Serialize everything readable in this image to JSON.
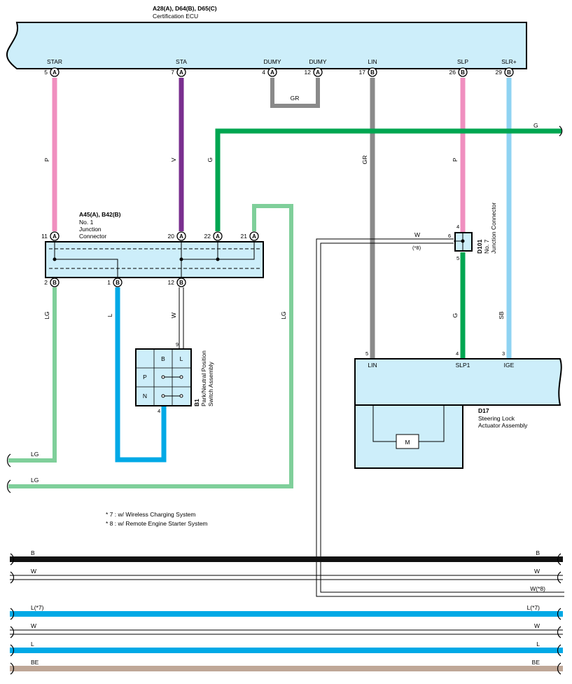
{
  "ecu": {
    "title": "A28(A), D64(B), D65(C)",
    "subtitle": "Certification ECU",
    "pins": [
      {
        "name": "STAR",
        "num": "5",
        "conn": "A"
      },
      {
        "name": "STA",
        "num": "7",
        "conn": "A"
      },
      {
        "name": "DUMY",
        "num": "4",
        "conn": "A"
      },
      {
        "name": "DUMY",
        "num": "12",
        "conn": "A"
      },
      {
        "name": "LIN",
        "num": "17",
        "conn": "B"
      },
      {
        "name": "SLP",
        "num": "26",
        "conn": "B"
      },
      {
        "name": "SLR+",
        "num": "29",
        "conn": "B"
      }
    ]
  },
  "junction1": {
    "title": "A45(A), B42(B)",
    "line2": "No.  1",
    "line3": "Junction",
    "line4": "Connector",
    "top_pins": [
      {
        "num": "11",
        "conn": "A"
      },
      {
        "num": "20",
        "conn": "A"
      },
      {
        "num": "22",
        "conn": "A"
      },
      {
        "num": "21",
        "conn": "A"
      }
    ],
    "bottom_pins": [
      {
        "num": "2",
        "conn": "B"
      },
      {
        "num": "1",
        "conn": "B"
      },
      {
        "num": "12",
        "conn": "B"
      }
    ]
  },
  "park_switch": {
    "code": "B1",
    "name_line1": "Park/Neutral Position",
    "name_line2": "Switch Assembly",
    "pin_top": "9",
    "pin_bottom": "4",
    "cells": [
      "B",
      "L",
      "P",
      "N"
    ]
  },
  "junction7": {
    "code": "D101",
    "line2": "No.  7",
    "line3": "Junction Connector",
    "pins": [
      "4",
      "6",
      "5"
    ]
  },
  "steering_lock": {
    "code": "D17",
    "name_line1": "Steering Lock",
    "name_line2": "Actuator Assembly",
    "pins": [
      {
        "name": "LIN",
        "num": "5"
      },
      {
        "name": "SLP1",
        "num": "4"
      },
      {
        "name": "IGE",
        "num": "3"
      }
    ],
    "motor": "M"
  },
  "wire_labels": {
    "star": "P",
    "sta": "V",
    "g_vertical": "G",
    "g_right": "G",
    "dumy": "GR",
    "lin": "GR",
    "slp": "P",
    "lg_21": "LG",
    "lg_2": "LG",
    "l_1": "L",
    "w_12": "W",
    "w_d101": "W",
    "star8": "(*8)",
    "g_d17": "G",
    "sb": "SB",
    "lg_out1": "LG",
    "lg_out2": "LG"
  },
  "notes": [
    "* 7 : w/ Wireless Charging System",
    "* 8 : w/ Remote Engine Starter System"
  ],
  "buses": [
    {
      "left": "B",
      "right": "B",
      "color": "#111111"
    },
    {
      "left": "W",
      "right": "W",
      "color": "#ffffff"
    },
    {
      "left": "",
      "right": "W(*8)",
      "color": "#ffffff"
    },
    {
      "left": "L(*7)",
      "right": "L(*7)",
      "color": "#00a9e6"
    },
    {
      "left": "W",
      "right": "W",
      "color": "#ffffff"
    },
    {
      "left": "L",
      "right": "L",
      "color": "#00a9e6"
    },
    {
      "left": "BE",
      "right": "BE",
      "color": "#bfa797"
    }
  ],
  "colors": {
    "box_fill": "#cdeefa",
    "pink": "#f08fbf",
    "violet": "#7a2f8f",
    "green": "#00a651",
    "gray": "#8a8a8a",
    "light_green": "#7fcf9a",
    "blue": "#00a9e6",
    "light_blue": "#8fd3f2",
    "black": "#111111",
    "beige": "#bfa797"
  }
}
